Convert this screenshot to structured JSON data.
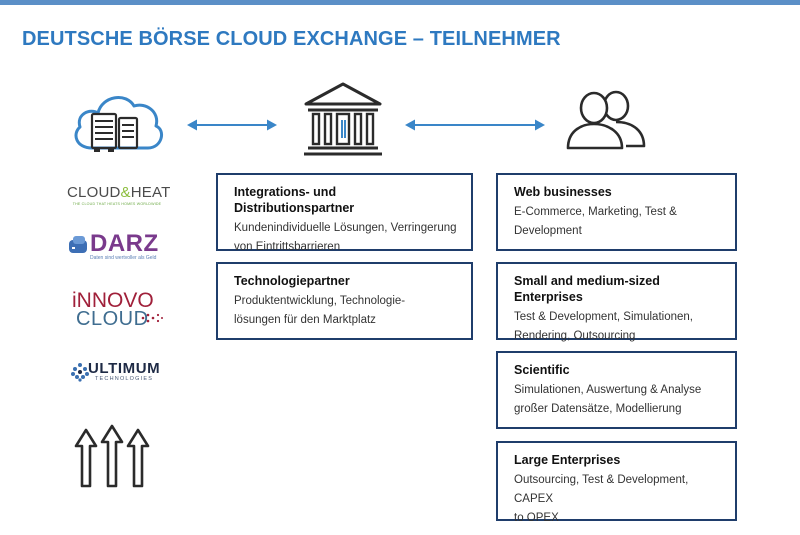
{
  "title": "DEUTSCHE BÖRSE CLOUD EXCHANGE – TEILNEHMER",
  "icons": {
    "cloud": "cloud-server-icon",
    "exchange": "bank-building-icon",
    "users": "users-group-icon",
    "growth": "upward-arrows-icon",
    "connector": "double-headed-arrow-icon"
  },
  "colors": {
    "title": "#2e79c0",
    "box_border": "#1f3d6b",
    "top_bar": "#5b8fc7",
    "icon_blue": "#3a86c8"
  },
  "logos": {
    "cloudheat": {
      "part1": "CLOUD",
      "amp": "&",
      "part2": "HEAT",
      "tagline": "THE CLOUD THAT HEATS HOMES WORLDWIDE"
    },
    "darz": {
      "name": "DARZ",
      "tagline": "Daten sind wertvoller als Geld"
    },
    "innovo": {
      "line1": "iNNOVO",
      "line2": "CLOUD"
    },
    "ultimum": {
      "name": "ULTIMUM",
      "tagline": "TECHNOLOGIES"
    }
  },
  "participant_boxes": [
    {
      "title": "Integrations- und Distributionspartner",
      "lines": [
        "Kundenindividuelle Lösungen, Verringerung",
        "von Eintrittsbarrieren"
      ]
    },
    {
      "title": "Technologiepartner",
      "lines": [
        "Produktentwicklung, Technologie-",
        "lösungen für den Marktplatz"
      ]
    }
  ],
  "customer_boxes": [
    {
      "title": "Web businesses",
      "lines": [
        "E-Commerce, Marketing, Test &",
        "Development"
      ]
    },
    {
      "title": "Small and medium-sized Enterprises",
      "lines": [
        "Test & Development, Simulationen,",
        "Rendering, Outsourcing"
      ]
    },
    {
      "title": "Scientific",
      "lines": [
        "Simulationen, Auswertung & Analyse",
        "großer Datensätze, Modellierung"
      ]
    },
    {
      "title": "Large Enterprises",
      "lines": [
        "Outsourcing, Test & Development, CAPEX",
        "to OPEX"
      ]
    }
  ]
}
